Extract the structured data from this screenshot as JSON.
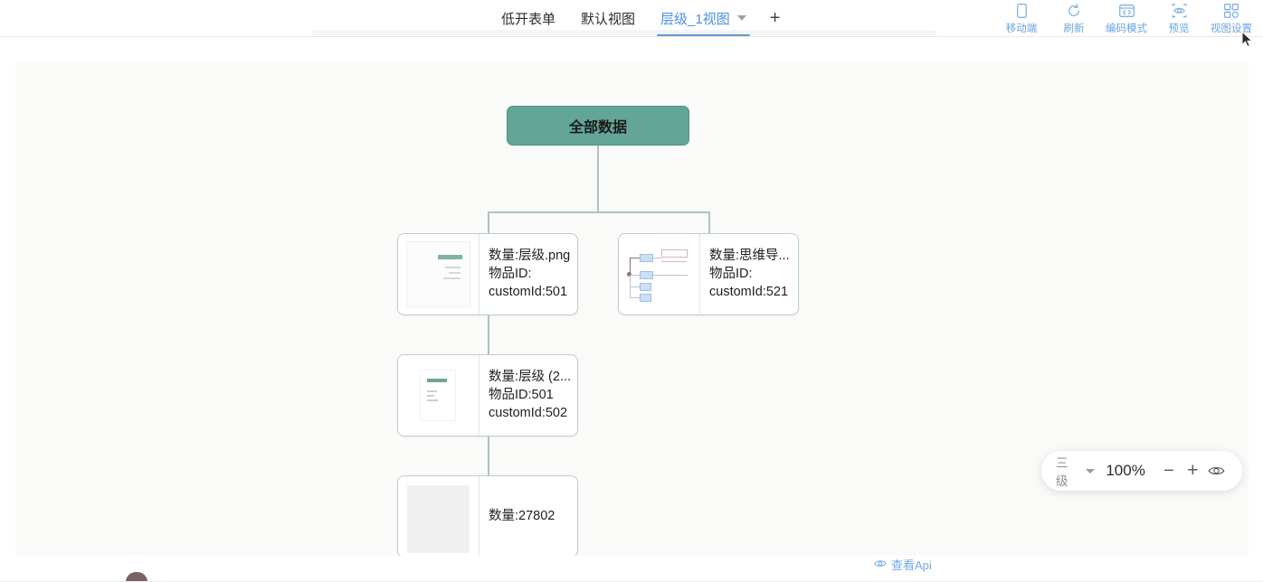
{
  "tabs": [
    {
      "label": "低开表单",
      "active": false,
      "caret": false
    },
    {
      "label": "默认视图",
      "active": false,
      "caret": false
    },
    {
      "label": "层级_1视图",
      "active": true,
      "caret": true
    }
  ],
  "add_tab_label": "+",
  "toolbar": [
    {
      "label": "移动端",
      "icon": "mobile-icon"
    },
    {
      "label": "刷新",
      "icon": "refresh-icon"
    },
    {
      "label": "编码模式",
      "icon": "code-mode-icon"
    },
    {
      "label": "预览",
      "icon": "preview-eye-icon"
    },
    {
      "label": "视图设置",
      "icon": "view-settings-icon"
    }
  ],
  "tree": {
    "root": {
      "label": "全部数据",
      "color": "#63a596"
    },
    "nodes": [
      {
        "id": "n1",
        "thumb": "document",
        "lines": [
          "数量:层级.png",
          "物品ID:",
          "customId:501"
        ]
      },
      {
        "id": "n2",
        "thumb": "mindmap",
        "lines": [
          "数量:思维导...",
          "物品ID:",
          "customId:521"
        ]
      },
      {
        "id": "n3",
        "thumb": "document-small",
        "lines": [
          "数量:层级 (2...",
          "物品ID:501",
          "customId:502"
        ]
      },
      {
        "id": "n4",
        "thumb": "blurred",
        "lines": [
          "数量:27802"
        ]
      }
    ]
  },
  "zoom_panel": {
    "level_label": "三级",
    "percent": "100%",
    "minus": "−",
    "plus": "+",
    "eye_icon": "eye-icon"
  },
  "footer": {
    "api_label": "查看Api",
    "api_icon": "eye-icon"
  },
  "colors": {
    "accent": "#4a90e2",
    "tool_label": "#6aa5e0",
    "root_node": "#63a596",
    "card_border": "#b8cfc9",
    "connector": "#aec4bf",
    "canvas_bg": "#fafaf8"
  }
}
